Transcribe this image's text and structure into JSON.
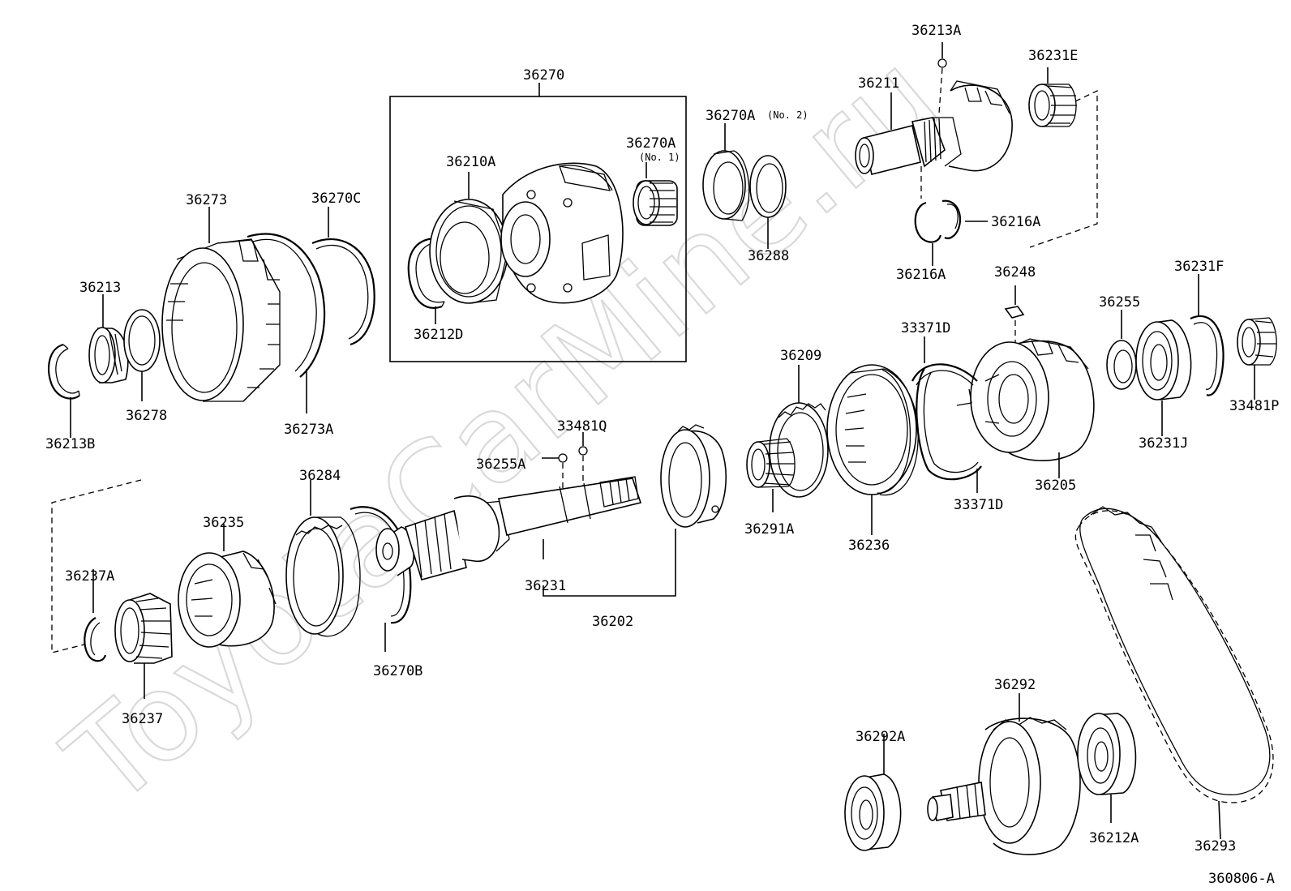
{
  "watermark": "ToyotaCarMine.ru",
  "diagram_code": "360806-A",
  "parts": {
    "p36270": "36270",
    "p36273": "36273",
    "p36270C": "36270C",
    "p36213": "36213",
    "p36213B": "36213B",
    "p36278": "36278",
    "p36273A": "36273A",
    "p36210A": "36210A",
    "p36270A_no1": "36270A",
    "p36270A_no1_note": "(No. 1)",
    "p36212D": "36212D",
    "p36270A_no2": "36270A",
    "p36270A_no2_note": "(No. 2)",
    "p36288": "36288",
    "p36213A": "36213A",
    "p36211": "36211",
    "p36231E": "36231E",
    "p36216A_right": "36216A",
    "p36216A_left": "36216A",
    "p36248": "36248",
    "p36231F": "36231F",
    "p36255": "36255",
    "p33371D_top": "33371D",
    "p36209": "36209",
    "p33481P": "33481P",
    "p36231J": "36231J",
    "p36205": "36205",
    "p33481Q": "33481Q",
    "p36255A": "36255A",
    "p36284": "36284",
    "p36235": "36235",
    "p36237A": "36237A",
    "p36237": "36237",
    "p36270B": "36270B",
    "p36231": "36231",
    "p36202": "36202",
    "p36291A": "36291A",
    "p36236": "36236",
    "p33371D_bottom": "33371D",
    "p36292": "36292",
    "p36292A": "36292A",
    "p36212A": "36212A",
    "p36293": "36293"
  }
}
